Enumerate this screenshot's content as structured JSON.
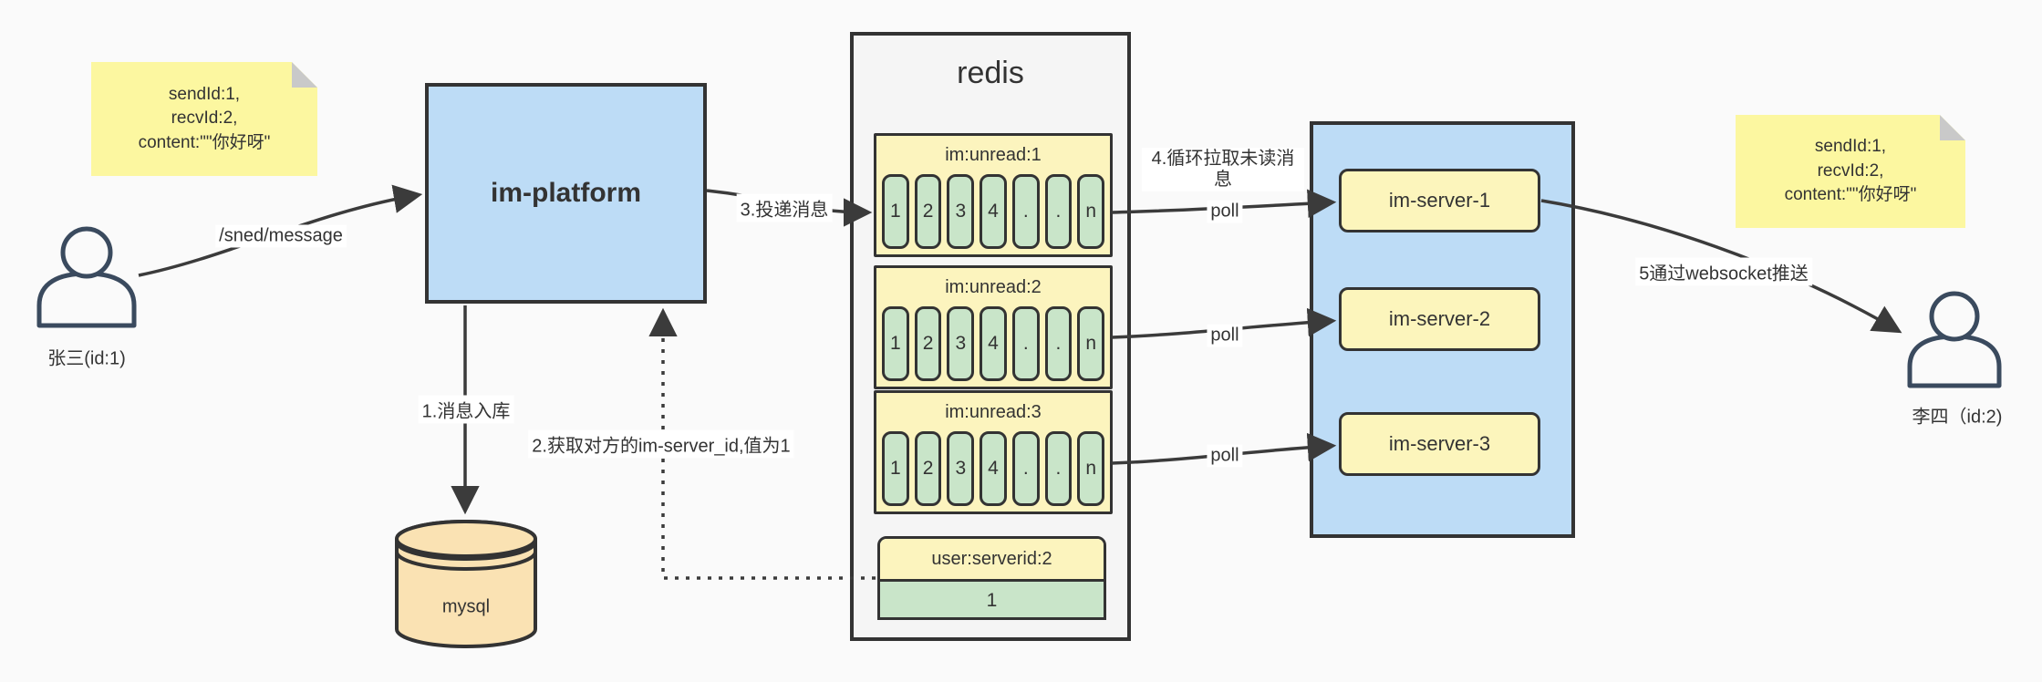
{
  "colors": {
    "background": "#fafafa",
    "box_blue": "#bddcf6",
    "note_yellow": "#fcf7a0",
    "panel_yellow": "#fcf5bc",
    "cell_green": "#c9e5c9",
    "db_orange": "#fae2b3",
    "container_gray": "#f5f5f5",
    "line_dark": "#3b3b3b"
  },
  "notes": {
    "left": {
      "lines": [
        "sendId:1,",
        "recvId:2,",
        "content:\"\"你好呀\""
      ]
    },
    "right": {
      "lines": [
        "sendId:1,",
        "recvId:2,",
        "content:\"\"你好呀\""
      ]
    }
  },
  "actors": {
    "sender": {
      "label": "张三(id:1)"
    },
    "receiver": {
      "label": "李四（id:2)"
    }
  },
  "platform": {
    "label": "im-platform"
  },
  "database": {
    "label": "mysql"
  },
  "redis": {
    "title": "redis",
    "unread_lists": [
      {
        "title": "im:unread:1",
        "cells": [
          "1",
          "2",
          "3",
          "4",
          ".",
          ".",
          "n"
        ]
      },
      {
        "title": "im:unread:2",
        "cells": [
          "1",
          "2",
          "3",
          "4",
          ".",
          ".",
          "n"
        ]
      },
      {
        "title": "im:unread:3",
        "cells": [
          "1",
          "2",
          "3",
          "4",
          ".",
          ".",
          "n"
        ]
      }
    ],
    "server_map": {
      "title": "user:serverid:2",
      "value": "1"
    }
  },
  "cluster": {
    "servers": [
      {
        "label": "im-server-1"
      },
      {
        "label": "im-server-2"
      },
      {
        "label": "im-server-3"
      }
    ]
  },
  "edge_labels": {
    "send": "/sned/message",
    "store": "1.消息入库",
    "get_server_id": "2.获取对方的im-server_id,值为1",
    "deliver": "3.投递消息",
    "poll_loop": "4.循环拉取未读消息",
    "poll1": "poll",
    "poll2": "poll",
    "poll3": "poll",
    "push": "5通过websocket推送"
  }
}
